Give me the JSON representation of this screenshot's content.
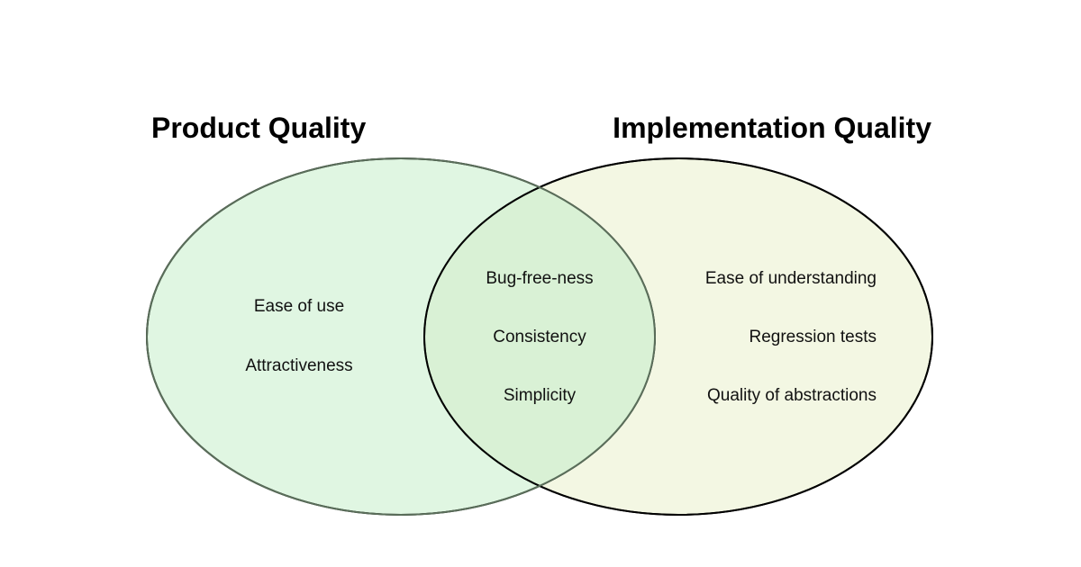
{
  "venn": {
    "left": {
      "title": "Product Quality",
      "items": [
        "Ease of use",
        "Attractiveness"
      ]
    },
    "right": {
      "title": "Implementation Quality",
      "items": [
        "Ease of understanding",
        "Regression tests",
        "Quality of abstractions"
      ]
    },
    "overlap": {
      "items": [
        "Bug-free-ness",
        "Consistency",
        "Simplicity"
      ]
    }
  },
  "colors": {
    "left_fill": "#e0f6e2",
    "right_fill": "#f3f7e3",
    "overlap_fill": "#d9f1d5",
    "stroke": "#000000",
    "overlap_stroke": "#5a6e5a",
    "text": "#111111"
  }
}
